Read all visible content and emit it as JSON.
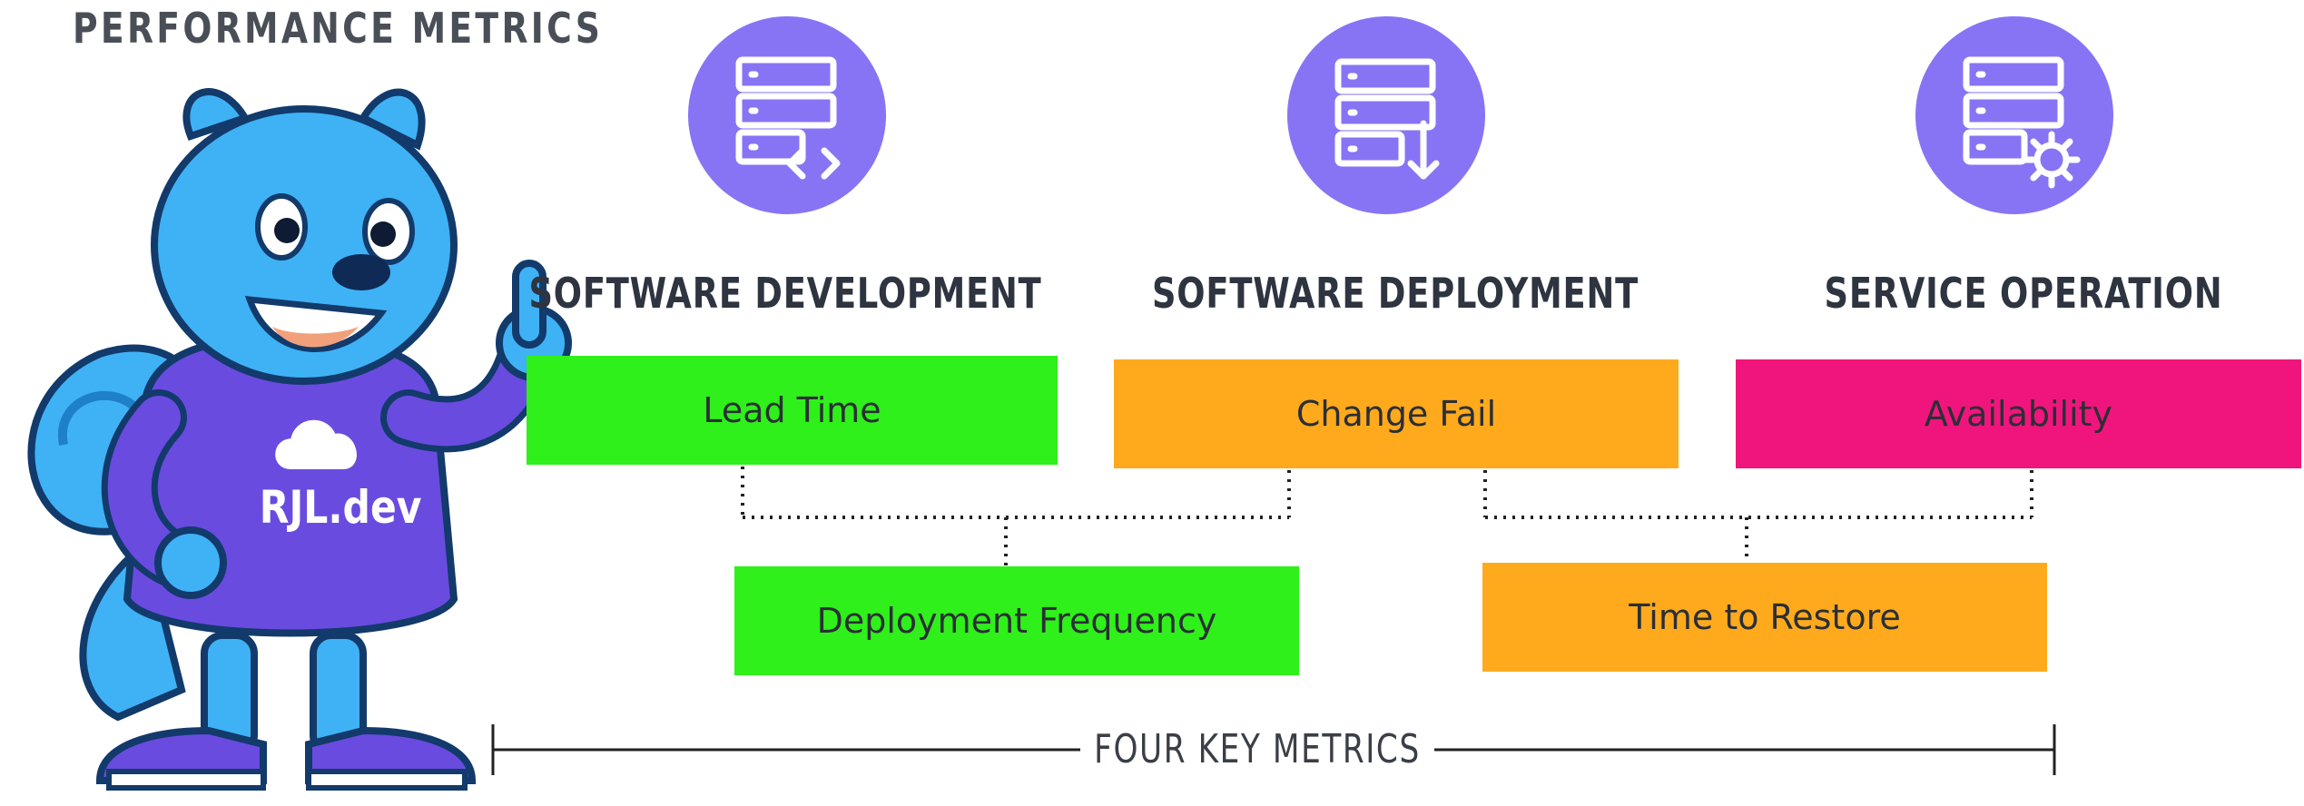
{
  "header": {
    "title": "PERFORMANCE METRICS"
  },
  "mascot": {
    "shirt_text": "RJL.dev",
    "icon": "squirrel-mascot-icon"
  },
  "sections": [
    {
      "heading": "SOFTWARE DEVELOPMENT",
      "icon": "server-code-icon"
    },
    {
      "heading": "SOFTWARE DEPLOYMENT",
      "icon": "server-download-icon"
    },
    {
      "heading": "SERVICE OPERATION",
      "icon": "server-gear-icon"
    }
  ],
  "metrics": {
    "lead_time": "Lead Time",
    "change_fail": "Change Fail",
    "availability": "Availability",
    "deployment_frequency": "Deployment Frequency",
    "time_to_restore": "Time to Restore"
  },
  "footer": {
    "label": "FOUR KEY METRICS"
  },
  "colors": {
    "icon_circle": "#8774f5",
    "green": "#2ff01a",
    "orange": "#ffaa1d",
    "magenta": "#f0157d",
    "mascot_blue": "#3fb2f5",
    "hoodie_purple": "#6a4be0"
  }
}
